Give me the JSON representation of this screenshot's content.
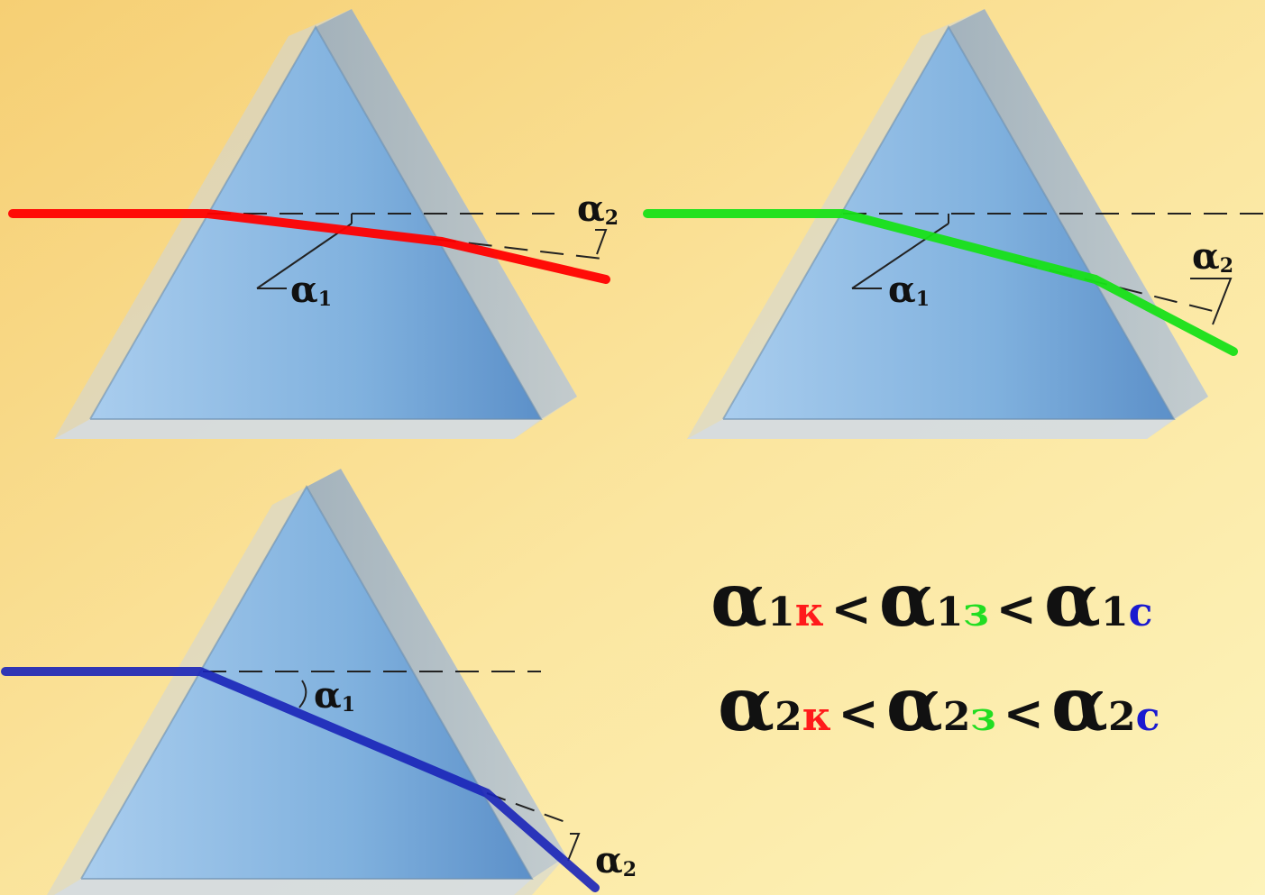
{
  "colors": {
    "background_top": "#f7d27a",
    "background_bottom": "#fdf4b8",
    "prism_front": "#7fb2e0",
    "prism_shadow": "#4f7fbf",
    "prism_glass": "#c9d3db",
    "red_ray": "#ff0000",
    "green_ray": "#18e018",
    "blue_ray": "#1a24b8",
    "text": "#111111"
  },
  "labels": {
    "alpha": "α",
    "sub1": "1",
    "sub2": "2"
  },
  "formulas": {
    "line1": {
      "a1": "α",
      "s1": "1",
      "c1": "к",
      "lt1": "<",
      "a2": "α",
      "s2": "1",
      "c2": "з",
      "lt2": "<",
      "a3": "α",
      "s3": "1",
      "c3": "с"
    },
    "line2": {
      "a1": "α",
      "s1": "2",
      "c1": "к",
      "lt1": "<",
      "a2": "α",
      "s2": "2",
      "c2": "з",
      "lt2": "<",
      "a3": "α",
      "s3": "2",
      "c3": "с"
    }
  }
}
